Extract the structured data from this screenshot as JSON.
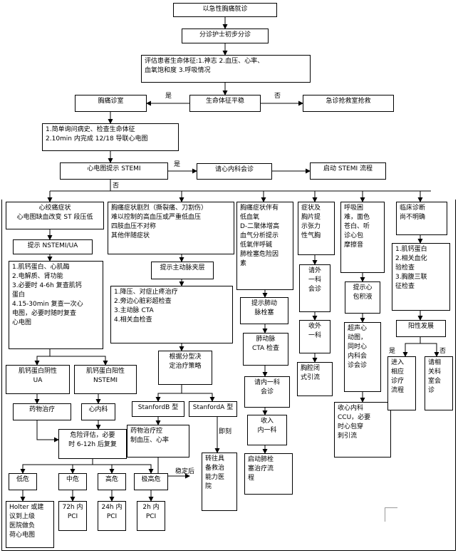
{
  "nodes": {
    "n_start": "以急性胸痛就诊",
    "n_triage": "分诊护士初步分诊",
    "n_assess": "评估患者生命体征:1.神志 2.血压、心率、\n血氧饱和度 3.呼吸情况",
    "n_vital": "生命体征平稳",
    "n_clinic": "胸痛诊室",
    "n_emerg": "急诊抢救室抢救",
    "n_history": "1.简单询问病史、检查生命体征\n2.10min 内完成 12/18 导联心电图",
    "n_ecg_stemi": "心电图提示 STEMI",
    "n_consult": "请心内科会诊",
    "n_stemi_flow": "启动 STEMI 流程",
    "n_angina": "心绞痛症状\n心电图缺血改变 ST 段压低",
    "n_nstemi": "提示 NSTEMI/UA",
    "n_tests": "1.肌钙蛋白、心肌酶\n2.电解质、肾功能\n3.必要时 4-6h 复查肌钙\n蛋白\n4.15-30min 复查一次心\n电图，必要时随时复查\n心电图",
    "n_trop_neg": "肌钙蛋白阴性\nUA",
    "n_trop_pos": "肌钙蛋白阳性\nNSTEMI",
    "n_drug": "药物治疗",
    "n_cardio": "心内科",
    "n_risk": "危险评估，必要\n时 6-12h 后复复",
    "n_low": "低危",
    "n_mid": "中危",
    "n_high": "高危",
    "n_vhigh": "极高危",
    "n_holter": "Holter 或建\n议到上级\n医院做负\n荷心电图",
    "n_pci72": "72h 内\nPCI",
    "n_pci24": "24h 内\nPCI",
    "n_pci2": "2h 内\nPCI",
    "n_aortic_sx": "胸痛症状剧烈（撕裂痛、刀割伤）\n难以控制的高血压或严重低血压\n四肢血压不对称\n其他伴随症状",
    "n_aortic": "提示主动脉夹层",
    "n_aortic_tx": "1.降压、对症止疼治疗\n2.旁边心脏彩超检查\n3.主动脉 CTA\n4.相关血检查",
    "n_stanford_strat": "根据分型决\n定治疗策略",
    "n_stanford_b": "StanfordB 型",
    "n_stanford_a": "StanfordA 型",
    "n_drug_bp": "药物治疗控\n制血压、心率",
    "n_transfer": "转往具\n备救治\n能力医\n院",
    "n_pe_sx": "胸痛症状伴有\n低血氧\nD-二聚体增高\n血气分析提示\n低氧伴呼碱\n肺栓塞危险因\n素",
    "n_pe": "提示肺动\n脉栓塞",
    "n_pe_cta": "肺动脉\nCTA 检查",
    "n_resp_consult": "请内一科\n会诊",
    "n_resp_admit": "收入\n内一科",
    "n_pe_flow": "启动肺栓\n塞治疗流\n程",
    "n_pneumo_sx": "症状及\n胸片提\n示张力\n性气胸",
    "n_surg_consult": "请外\n一科\n会诊",
    "n_surg_admit": "收外\n一科",
    "n_drain": "胸腔闭\n式引流",
    "n_tamp_sx": "呼吸困\n难，面色\n苍白、听\n诊心包\n摩擦音",
    "n_tamp": "提示心\n包积液",
    "n_echo": "超声心\n动图，\n同时心\n内科会\n诊会诊",
    "n_ccu": "收心内科\nCCU，必要\n时心包穿\n刺引流",
    "n_unclear": "临床诊断\n尚不明确",
    "n_unclear_tests": "1.肌钙蛋白\n2.相关血化\n验检查\n3.胸腹三联\n征检查",
    "n_positive": "阳性发展",
    "n_enter": "进入\n相应\n诊疗\n流程",
    "n_dept": "请相\n关科\n室会\n诊"
  },
  "labels": {
    "yes_1": "是",
    "no_1": "否",
    "yes_2": "是",
    "no_2": "否",
    "immediate": "即刻",
    "stable": "稳定后",
    "yes_3": "是",
    "no_3": "否"
  }
}
